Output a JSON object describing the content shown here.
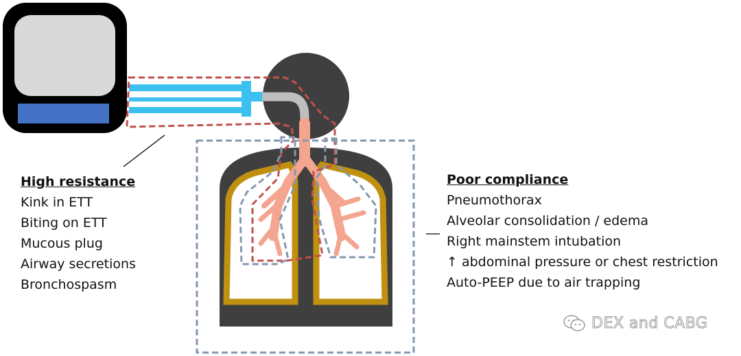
{
  "colors": {
    "device_frame": "#000000",
    "device_screen": "#d9d9d9",
    "device_bar": "#4472c4",
    "tube": "#3cc0f0",
    "head_body": "#3f3f3f",
    "airway": "#f4a58f",
    "lung_border": "#c09010",
    "resistance_outline": "#c0504d",
    "compliance_outline": "#8497b0"
  },
  "left_panel": {
    "heading": "High resistance",
    "items": [
      "Kink in ETT",
      "Biting on ETT",
      "Mucous plug",
      "Airway secretions",
      "Bronchospasm"
    ]
  },
  "right_panel": {
    "heading": "Poor compliance",
    "items": [
      "Pneumothorax",
      "Alveolar consolidation / edema",
      "Right mainstem intubation",
      "↑ abdominal pressure or chest restriction",
      "Auto-PEEP due to air trapping"
    ]
  },
  "watermark": {
    "text": "DEX and CABG",
    "icon": "wechat-icon"
  }
}
